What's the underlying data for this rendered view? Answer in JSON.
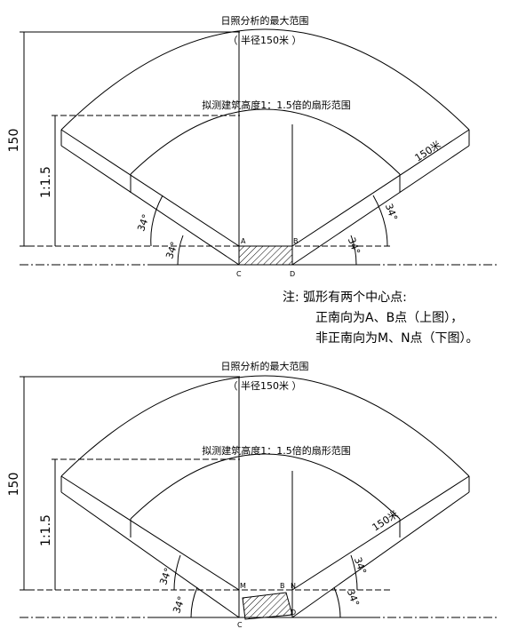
{
  "diagrams": [
    {
      "max_range_title": "日照分析的最大范围",
      "radius_note": "（ 半径150米 ）",
      "fan_title": "拟测建筑高度1：1.5倍的扇形范围",
      "radius_label": "150米",
      "left_dim_label": "150",
      "ratio_label": "1:1.5",
      "angle_label": "34°",
      "point_labels": [
        "A",
        "B",
        "C",
        "D"
      ]
    },
    {
      "max_range_title": "日照分析的最大范围",
      "radius_note": "（ 半径150米 ）",
      "fan_title": "拟测建筑高度1：1.5倍的扇形范围",
      "radius_label": "150米",
      "left_dim_label": "150",
      "ratio_label": "1:1.5",
      "angle_label": "34°",
      "point_labels": [
        "M",
        "B",
        "N",
        "C",
        "D"
      ]
    }
  ],
  "note": {
    "title": "注:  弧形有两个中心点:",
    "line1": "正南向为A、B点（上图），",
    "line2": "非正南向为M、N点（下图）。"
  }
}
